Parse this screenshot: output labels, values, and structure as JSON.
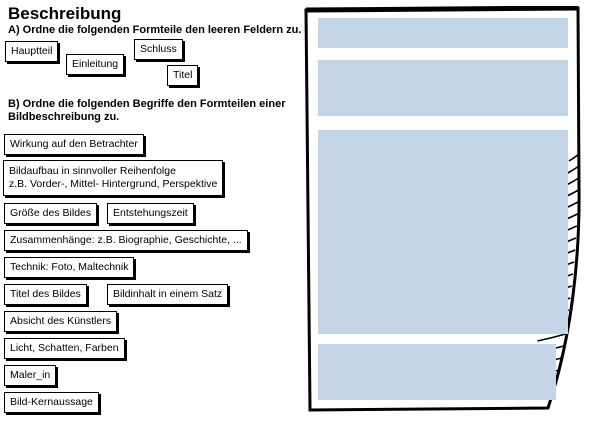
{
  "page": {
    "title": "Beschreibung"
  },
  "section_a": {
    "instruction": "A) Ordne die folgenden Formteile den leeren Feldern zu.",
    "chips": [
      "Hauptteil",
      "Einleitung",
      "Schluss",
      "Titel"
    ]
  },
  "section_b": {
    "instruction_line1": "B) Ordne die folgenden Begriffe den Formteilen einer",
    "instruction_line2": "Bildbeschreibung zu.",
    "chips": [
      "Wirkung auf den Betrachter",
      "Bildaufbau in sinnvoller Reihenfolge",
      "z.B. Vorder-, Mittel- Hintergrund, Perspektive",
      "Größe des Bildes",
      "Entstehungszeit",
      "Zusammenhänge: z.B. Biographie, Geschichte, ...",
      "Technik: Foto, Maltechnik",
      "Titel des Bildes",
      "Bildinhalt in einem Satz",
      "Absicht des Künstlers",
      "Licht, Schatten, Farben",
      "Maler_in",
      "Bild-Kernaussage"
    ]
  },
  "colors": {
    "dropzone": "#c5d5e8",
    "ink": "#000000"
  },
  "icons": {
    "sheet": "curled-paper-sheet"
  }
}
